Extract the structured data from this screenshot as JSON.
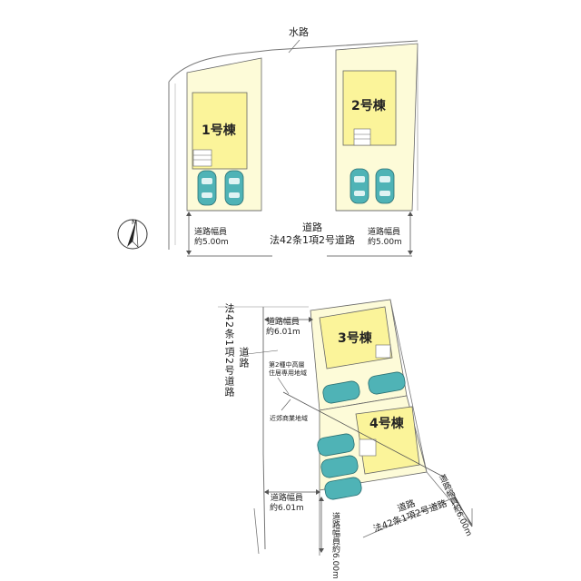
{
  "waterway": "水路",
  "north": "N",
  "colors": {
    "lot": "#fdfbd8",
    "house": "#fbf49a",
    "car": "#4fb3b6",
    "line": "#555555"
  },
  "north_site": {
    "houses": [
      "1号棟",
      "2号棟"
    ],
    "road_title": "道路",
    "road_law": "法42条1項2号道路",
    "width_left": {
      "label": "道路幅員",
      "value": "約5.00m"
    },
    "width_right": {
      "label": "道路幅員",
      "value": "約5.00m"
    }
  },
  "south_site": {
    "houses": [
      "3号棟",
      "4号棟"
    ],
    "west_road": "法42条1項2号道路",
    "west_road_title": "道路",
    "width_top": {
      "label": "道路幅員",
      "value": "約6.01m"
    },
    "width_bottom": {
      "label": "道路幅員",
      "value": "約6.01m"
    },
    "zone_north": "第2種中高層\n住居専用地域",
    "zone_south": "近郊商業地域",
    "south_road_title": "道路",
    "south_road_law": "法42条1項2号道路",
    "width_se": "道路幅員約6.00m",
    "width_sw": "道路幅員約6.00m"
  }
}
